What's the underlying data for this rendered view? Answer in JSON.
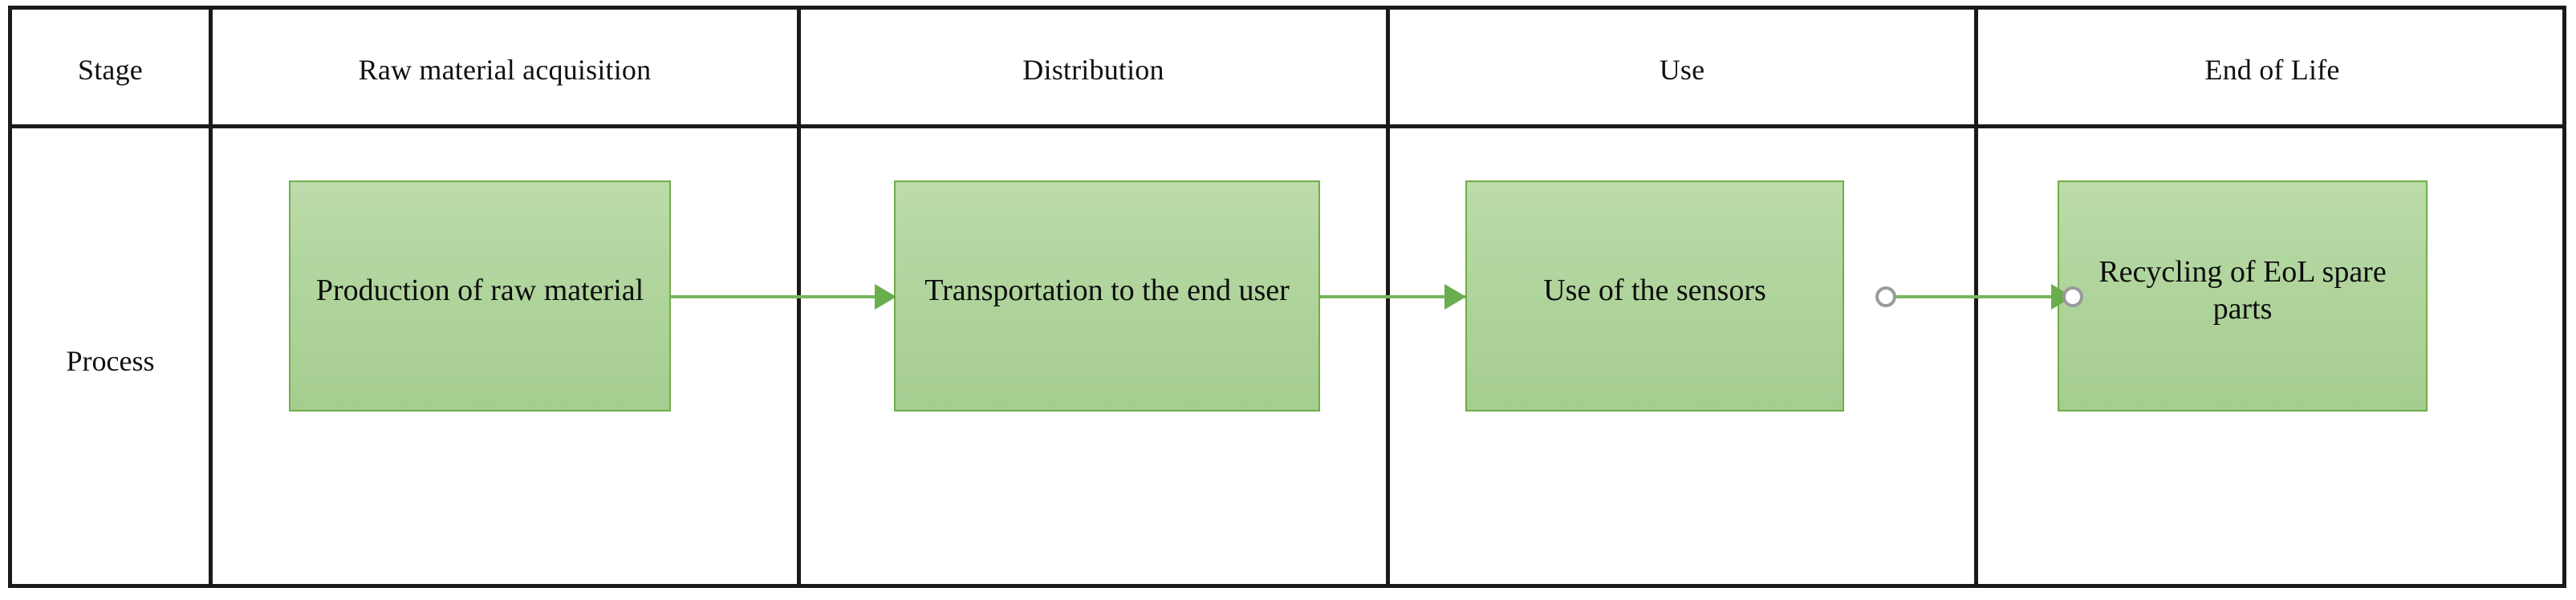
{
  "table": {
    "header_row": [
      {
        "label": "Stage"
      },
      {
        "label": "Raw material acquisition"
      },
      {
        "label": "Distribution"
      },
      {
        "label": "Use"
      },
      {
        "label": "End of Life"
      }
    ],
    "row_label": "Process"
  },
  "diagram": {
    "type": "flow",
    "orientation": "left-to-right",
    "nodes": [
      {
        "id": "raw",
        "label": "Production of raw material",
        "stage": "Raw material acquisition"
      },
      {
        "id": "dist",
        "label": "Transportation to the end user",
        "stage": "Distribution"
      },
      {
        "id": "use",
        "label": "Use of the sensors",
        "stage": "Use"
      },
      {
        "id": "eol",
        "label": "Recycling of EoL spare parts",
        "stage": "End of Life"
      }
    ],
    "connectors": [
      {
        "from": "raw",
        "to": "dist",
        "style": "arrow"
      },
      {
        "from": "dist",
        "to": "use",
        "style": "arrow"
      },
      {
        "from": "use",
        "to": "eol",
        "style": "arrow",
        "selected": true
      }
    ],
    "handles": [
      {
        "name": "source-handle",
        "attached_to": "use"
      },
      {
        "name": "target-handle",
        "attached_to": "eol"
      }
    ]
  },
  "colors": {
    "box_fill_top": "#bcdcab",
    "box_fill_bottom": "#a6cd90",
    "box_border": "#70ad47",
    "connector": "#76b65e",
    "arrowhead": "#6aad4f",
    "handle_fill": "#ffffff",
    "handle_border": "#9a9a9a",
    "table_border": "#1a1a1a",
    "text": "#111111",
    "background": "#ffffff"
  }
}
